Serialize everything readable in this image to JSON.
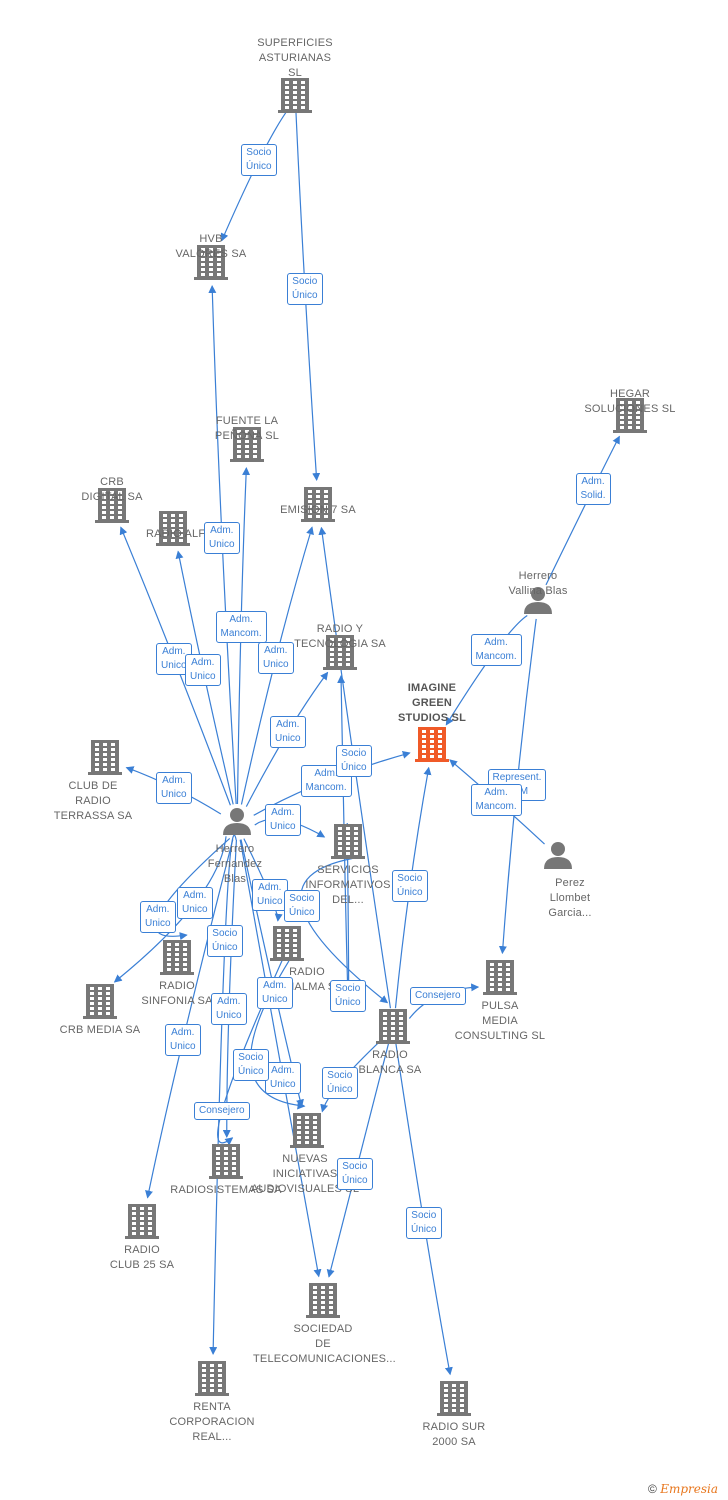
{
  "colors": {
    "edge": "#3a7fd5",
    "node": "#777777",
    "focus": "#f05a28",
    "person": "#777777"
  },
  "nodes": [
    {
      "id": "superficies",
      "type": "company",
      "label": "SUPERFICIES\nASTURIANAS\nSL"
    },
    {
      "id": "hvb",
      "type": "company",
      "label": "HVB\nVALORES SA"
    },
    {
      "id": "hegar",
      "type": "company",
      "label": "HEGAR\nSOLUCIONES SL"
    },
    {
      "id": "fuente",
      "type": "company",
      "label": "FUENTE LA\nPEÑONA SL"
    },
    {
      "id": "crbdigital",
      "type": "company",
      "label": "CRB\nDIGITAL SA"
    },
    {
      "id": "radioalfa",
      "type": "company",
      "label": "RADIO ALFA SA"
    },
    {
      "id": "emision7",
      "type": "company",
      "label": "EMISION 7 SA"
    },
    {
      "id": "radioytec",
      "type": "company",
      "label": "RADIO Y\nTECNOLOGIA SA"
    },
    {
      "id": "imagine",
      "type": "focus",
      "label": "IMAGINE\nGREEN\nSTUDIOS  SL"
    },
    {
      "id": "vallina",
      "type": "person",
      "label": "Herrero\nVallina Blas"
    },
    {
      "id": "clubterrassa",
      "type": "company",
      "label": "CLUB DE\nRADIO\nTERRASSA SA"
    },
    {
      "id": "fernandez",
      "type": "person",
      "label": "Herrero\nFernandez\nBlas"
    },
    {
      "id": "servicios",
      "type": "company",
      "label": "SERVICIOS\nINFORMATIVOS\nDEL..."
    },
    {
      "id": "perez",
      "type": "person",
      "label": "Perez\nLlombet\nGarcia..."
    },
    {
      "id": "radiosinfonia",
      "type": "company",
      "label": "RADIO\nSINFONIA SA"
    },
    {
      "id": "radiopenalma",
      "type": "company",
      "label": "RADIO\nPEÑALMA SA"
    },
    {
      "id": "crbmedia",
      "type": "company",
      "label": "CRB MEDIA SA"
    },
    {
      "id": "pulsa",
      "type": "company",
      "label": "PULSA\nMEDIA\nCONSULTING SL"
    },
    {
      "id": "radioblanca",
      "type": "company",
      "label": "RADIO\nBLANCA SA"
    },
    {
      "id": "nuevas",
      "type": "company",
      "label": "NUEVAS\nINICIATIVAS\nAUDIOVISUALES SL"
    },
    {
      "id": "radiosistemas",
      "type": "company",
      "label": "RADIOSISTEMAS SA"
    },
    {
      "id": "radioclub25",
      "type": "company",
      "label": "RADIO\nCLUB 25 SA"
    },
    {
      "id": "sociedad",
      "type": "company",
      "label": "SOCIEDAD\nDE\nTELECOMUNICACIONES..."
    },
    {
      "id": "renta",
      "type": "company",
      "label": "RENTA\nCORPORACION\nREAL..."
    },
    {
      "id": "radiosur",
      "type": "company",
      "label": "RADIO SUR\n2000 SA"
    }
  ],
  "edges": [
    {
      "from": "superficies",
      "to": "hvb",
      "label": "Socio\nÚnico"
    },
    {
      "from": "superficies",
      "to": "emision7",
      "label": "Socio\nÚnico"
    },
    {
      "from": "vallina",
      "to": "hegar",
      "label": "Adm.\nSolid."
    },
    {
      "from": "vallina",
      "to": "imagine",
      "label": "Adm.\nMancom."
    },
    {
      "from": "vallina",
      "to": "pulsa",
      "label": "Represent.\nPCM"
    },
    {
      "from": "perez",
      "to": "imagine",
      "label": "Adm.\nMancom."
    },
    {
      "from": "fernandez",
      "to": "hvb",
      "label": "Adm.\nUnico"
    },
    {
      "from": "fernandez",
      "to": "fuente",
      "label": "Adm.\nMancom."
    },
    {
      "from": "fernandez",
      "to": "crbdigital",
      "label": "Adm.\nUnico"
    },
    {
      "from": "fernandez",
      "to": "radioalfa",
      "label": "Adm.\nUnico"
    },
    {
      "from": "fernandez",
      "to": "emision7",
      "label": "Adm.\nUnico"
    },
    {
      "from": "fernandez",
      "to": "radioytec",
      "label": "Adm.\nUnico"
    },
    {
      "from": "fernandez",
      "to": "imagine",
      "label": "Adm.\nMancom."
    },
    {
      "from": "fernandez",
      "to": "clubterrassa",
      "label": "Adm.\nUnico"
    },
    {
      "from": "fernandez",
      "to": "servicios",
      "label": "Adm.\nUnico"
    },
    {
      "from": "fernandez",
      "to": "radiosinfonia",
      "label": "Adm.\nUnico"
    },
    {
      "from": "fernandez",
      "to": "crbmedia",
      "label": "Adm.\nUnico"
    },
    {
      "from": "fernandez",
      "to": "radiopenalma",
      "label": "Adm.\nUnico"
    },
    {
      "from": "fernandez",
      "to": "radioclub25",
      "label": "Adm.\nUnico"
    },
    {
      "from": "fernandez",
      "to": "radiosistemas",
      "label": "Adm.\nUnico"
    },
    {
      "from": "fernandez",
      "to": "nuevas",
      "label": "Adm.\nUnico"
    },
    {
      "from": "fernandez",
      "to": "sociedad",
      "label": "Adm.\nUnico"
    },
    {
      "from": "fernandez",
      "to": "renta",
      "label": "Socio\nÚnico"
    },
    {
      "from": "radioblanca",
      "to": "imagine",
      "label": "Socio\nÚnico"
    },
    {
      "from": "radioblanca",
      "to": "emision7",
      "label": "Socio\nÚnico"
    },
    {
      "from": "radioblanca",
      "to": "pulsa",
      "label": "Consejero"
    },
    {
      "from": "radioblanca",
      "to": "radiosur",
      "label": "Socio\nÚnico"
    },
    {
      "from": "radioblanca",
      "to": "sociedad",
      "label": "Socio\nÚnico"
    },
    {
      "from": "radioblanca",
      "to": "nuevas",
      "label": "Socio\nÚnico"
    },
    {
      "from": "radiopenalma",
      "to": "radiosistemas",
      "label": "Consejero"
    },
    {
      "from": "radiopenalma",
      "to": "nuevas",
      "label": "Socio\nÚnico"
    },
    {
      "from": "servicios",
      "to": "radioytec",
      "label": "Socio\nÚnico"
    },
    {
      "from": "servicios",
      "to": "radioblanca",
      "label": "Socio\nÚnico"
    }
  ],
  "copyright": {
    "symbol": "©",
    "brand": "Empresia"
  }
}
